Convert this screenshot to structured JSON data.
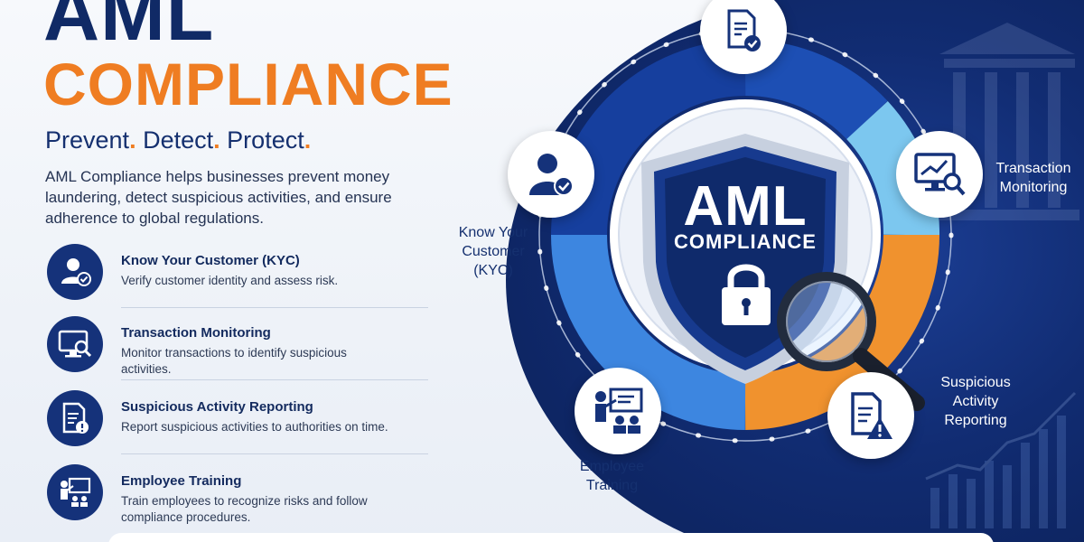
{
  "headline": {
    "line1": "AML",
    "line2": "COMPLIANCE"
  },
  "tagline": {
    "words": [
      "Prevent",
      "Detect",
      "Protect"
    ],
    "dot": "."
  },
  "intro": "AML Compliance helps businesses prevent money laundering, detect suspicious activities, and ensure adherence to global regulations.",
  "features": [
    {
      "title": "Know Your Customer (KYC)",
      "desc": "Verify customer identity and assess risk.",
      "icon": "user-check-icon"
    },
    {
      "title": "Transaction Monitoring",
      "desc": "Monitor transactions to identify suspicious activities.",
      "icon": "monitor-search-icon"
    },
    {
      "title": "Suspicious Activity Reporting",
      "desc": "Report suspicious activities to authorities on time.",
      "icon": "report-alert-icon"
    },
    {
      "title": "Employee Training",
      "desc": "Train employees to recognize risks and follow compliance procedures.",
      "icon": "training-icon"
    }
  ],
  "center": {
    "line1": "AML",
    "line2": "COMPLIANCE",
    "icons": [
      "shield-icon",
      "lock-icon",
      "magnifier-icon"
    ]
  },
  "ring_labels": {
    "kyc": "Know Your Customer (KYC)",
    "transaction": "Transaction Monitoring",
    "suspicious": "Suspicious Activity Reporting",
    "training": "Employee Training"
  },
  "colors": {
    "navy": "#102a66",
    "orange": "#ef7d22",
    "ring_dark_blue": "#1d4fb4",
    "ring_mid_blue": "#3d86e0",
    "ring_light_blue": "#7cc7ef",
    "dark_panel": "#112c72"
  }
}
